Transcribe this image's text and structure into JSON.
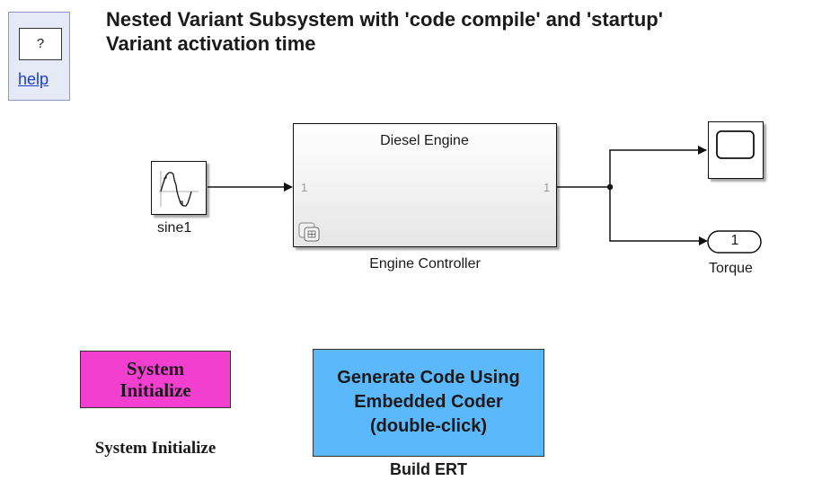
{
  "title_line1": "Nested Variant Subsystem with 'code compile' and 'startup'",
  "title_line2": "Variant activation time",
  "help": {
    "question_mark": "?",
    "link_label": "help"
  },
  "blocks": {
    "sine": {
      "label": "sine1",
      "icon": "sine-wave-icon"
    },
    "engine": {
      "inner_title": "Diesel Engine",
      "label": "Engine Controller",
      "in_port": "1",
      "out_port": "1",
      "badge_icon": "variant-subsystem-icon"
    },
    "scope": {
      "icon": "scope-screen-icon"
    },
    "outport": {
      "number": "1",
      "label": "Torque"
    }
  },
  "buttons": {
    "system_initialize": {
      "line1": "System",
      "line2": "Initialize",
      "caption": "System Initialize",
      "color": "#f33fd0"
    },
    "build_ert": {
      "line1": "Generate Code Using",
      "line2": "Embedded Coder",
      "line3": "(double-click)",
      "caption": "Build ERT",
      "color": "#5bb8fb"
    }
  }
}
